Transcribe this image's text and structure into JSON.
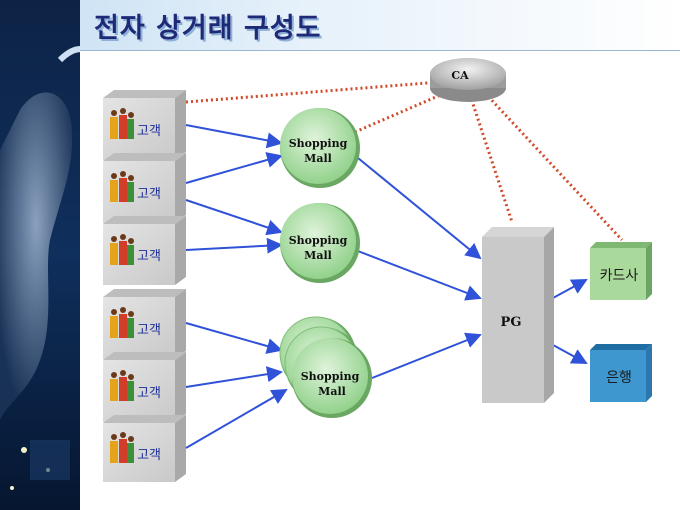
{
  "title": "전자 상거래 구성도",
  "customers": [
    {
      "label": "고객"
    },
    {
      "label": "고객"
    },
    {
      "label": "고객"
    },
    {
      "label": "고객"
    },
    {
      "label": "고객"
    },
    {
      "label": "고객"
    }
  ],
  "malls": [
    {
      "line1": "Shopping",
      "line2": "Mall"
    },
    {
      "line1": "Shopping",
      "line2": "Mall"
    },
    {
      "line1": "Shopping",
      "line2": "Mall"
    }
  ],
  "ca": {
    "label": "CA"
  },
  "pg": {
    "label": "PG"
  },
  "card_company": {
    "label": "카드사"
  },
  "bank": {
    "label": "은행"
  },
  "colors": {
    "arrow": "#2f52d8",
    "dotted_link": "#d04a2a",
    "mall_fill": "#b9e3b2",
    "card_fill": "#a9d99b",
    "bank_fill": "#3f97cf",
    "box_face": "#d6d6d6",
    "title": "#1e2a78"
  }
}
